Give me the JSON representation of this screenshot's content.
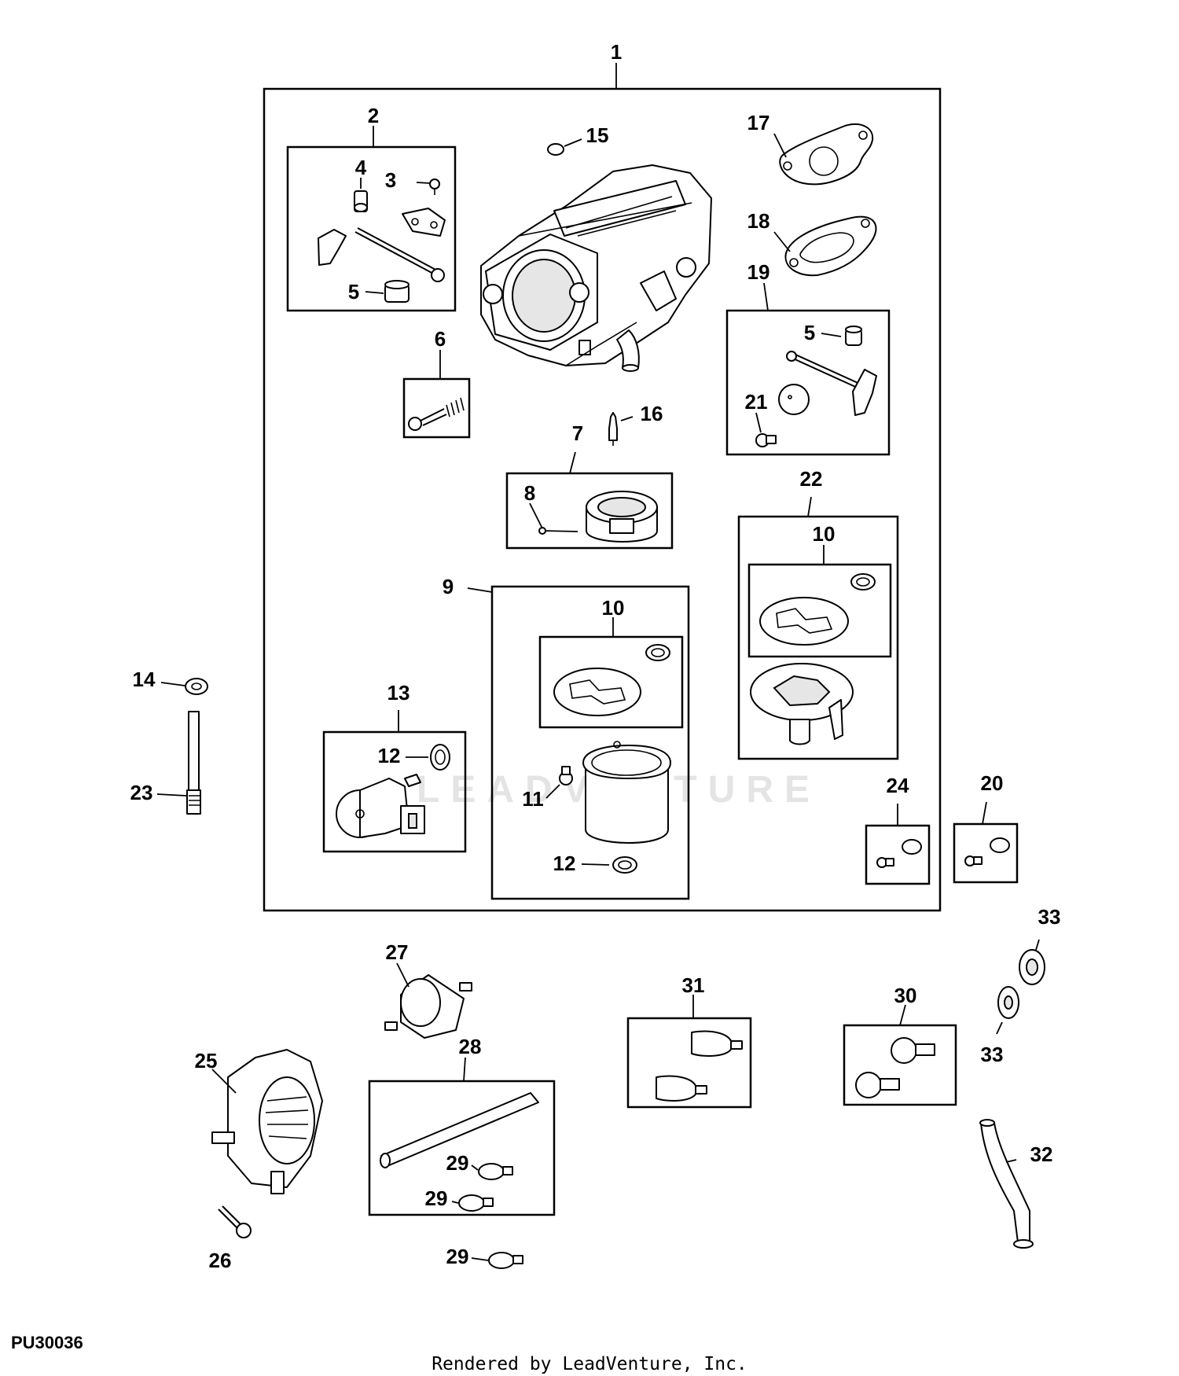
{
  "watermark": "LEADVENTURE",
  "diagram_id": "PU30036",
  "footer": "Rendered by LeadVenture, Inc.",
  "callouts": {
    "c1": "1",
    "c2": "2",
    "c3": "3",
    "c4": "4",
    "c5a": "5",
    "c5b": "5",
    "c6": "6",
    "c7": "7",
    "c8": "8",
    "c9": "9",
    "c10a": "10",
    "c10b": "10",
    "c11": "11",
    "c12a": "12",
    "c12b": "12",
    "c13": "13",
    "c14": "14",
    "c15": "15",
    "c16": "16",
    "c17": "17",
    "c18": "18",
    "c19": "19",
    "c20": "20",
    "c21": "21",
    "c22": "22",
    "c23": "23",
    "c24": "24",
    "c25": "25",
    "c26": "26",
    "c27": "27",
    "c28": "28",
    "c29a": "29",
    "c29b": "29",
    "c29c": "29",
    "c30": "30",
    "c31": "31",
    "c32": "32",
    "c33a": "33",
    "c33b": "33"
  }
}
